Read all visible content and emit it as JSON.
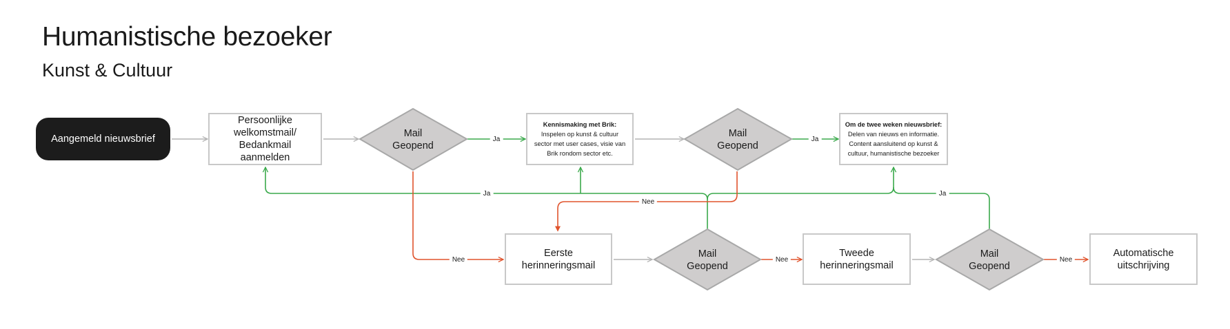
{
  "header": {
    "title": "Humanistische bezoeker",
    "subtitle": "Kunst & Cultuur"
  },
  "colors": {
    "start_bg": "#1c1c1c",
    "box_border": "#c8c8c8",
    "decision_fill": "#cfcdcd",
    "decision_stroke": "#a8a8a8",
    "neutral_line": "#b4b4b4",
    "yes_line": "#3aa94b",
    "no_line": "#e0532c"
  },
  "nodes": {
    "start": {
      "label": "Aangemeld nieuwsbrief"
    },
    "welcome": {
      "label_lines": [
        "Persoonlijke",
        "welkomstmail/",
        "Bedankmail aanmelden"
      ]
    },
    "decision1": {
      "line1": "Mail",
      "line2": "Geopend"
    },
    "intro": {
      "heading": "Kennismaking met Brik:",
      "lines": [
        "Inspelen op kunst & cultuur",
        "sector met user cases, visie van",
        "Brik rondom sector etc."
      ]
    },
    "decision2": {
      "line1": "Mail",
      "line2": "Geopend"
    },
    "newsletter": {
      "heading": "Om de twee weken nieuwsbrief:",
      "lines": [
        "Delen van nieuws en informatie.",
        "Content aansluitend op kunst &",
        "cultuur, humanistische bezoeker"
      ]
    },
    "reminder1": {
      "label_lines": [
        "Eerste",
        "herinneringsmail"
      ]
    },
    "decision3": {
      "line1": "Mail",
      "line2": "Geopend"
    },
    "reminder2": {
      "label_lines": [
        "Tweede",
        "herinneringsmail"
      ]
    },
    "decision4": {
      "line1": "Mail",
      "line2": "Geopend"
    },
    "unsubscribe": {
      "label_lines": [
        "Automatische",
        "uitschrijving"
      ]
    }
  },
  "edge_labels": {
    "d1_yes": "Ja",
    "d2_yes": "Ja",
    "d3_yes": "Ja",
    "d4_yes": "Ja",
    "d1_no": "Nee",
    "d2_no": "Nee",
    "d3_no": "Nee",
    "d4_no": "Nee"
  }
}
